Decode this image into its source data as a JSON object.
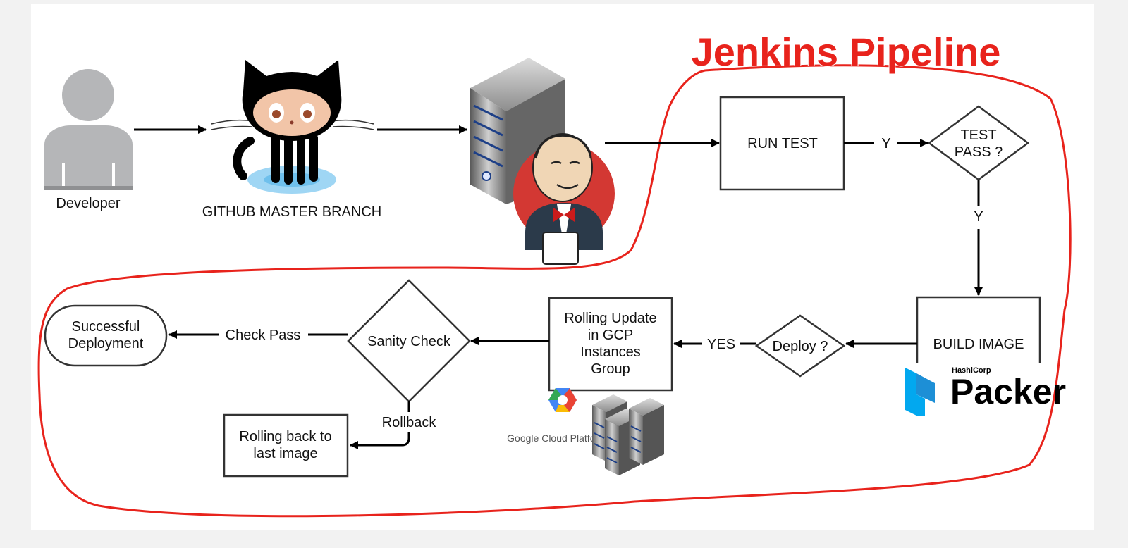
{
  "title": "Jenkins Pipeline",
  "nodes": {
    "developer": "Developer",
    "github": "GITHUB MASTER BRANCH",
    "run_test": "RUN TEST",
    "test_pass_1": "TEST",
    "test_pass_2": "PASS ?",
    "build_image": "BUILD IMAGE",
    "deploy": "Deploy ?",
    "rolling_update": [
      "Rolling Update",
      "in GCP",
      "Instances",
      "Group"
    ],
    "sanity_check": "Sanity Check",
    "successful": [
      "Successful",
      "Deployment"
    ],
    "rolling_back": [
      "Rolling back to",
      "last image"
    ]
  },
  "edges": {
    "test_to_pass": "Y",
    "pass_to_build": "Y",
    "deploy_to_update": "YES",
    "sanity_to_success": "Check Pass",
    "sanity_to_rollback": "Rollback"
  },
  "logos": {
    "packer_company": "HashiCorp",
    "packer_name": "Packer",
    "gcp": "Google Cloud Platform"
  },
  "icons": [
    "person-icon",
    "octocat-icon",
    "server-icon",
    "jenkins-butler-icon",
    "gcp-logo-icon",
    "packer-logo-icon",
    "server-stack-icon"
  ],
  "colors": {
    "outline": "#e8231c",
    "background": "#f2f2f2",
    "panel": "#ffffff"
  }
}
